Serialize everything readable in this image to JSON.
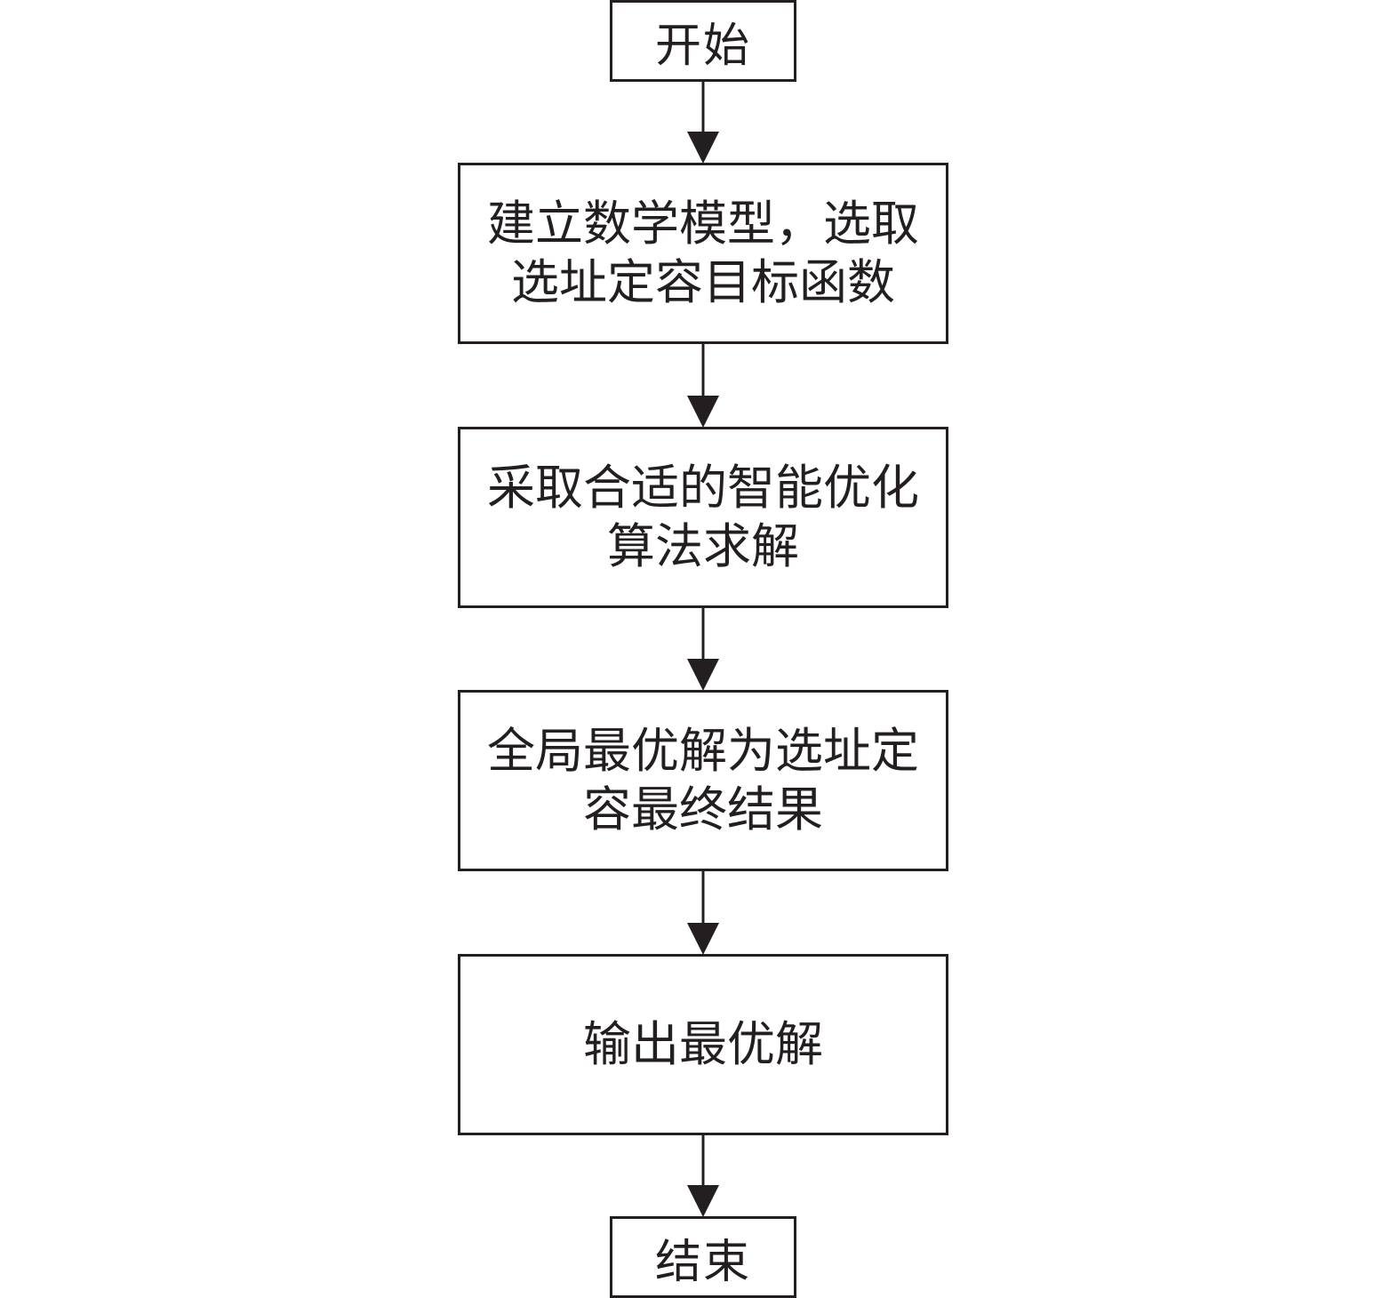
{
  "nodes": {
    "start": {
      "label": "开始"
    },
    "model": {
      "line1": "建立数学模型，选取",
      "line2": "选址定容目标函数"
    },
    "algo": {
      "line1": "采取合适的智能优化",
      "line2": "算法求解"
    },
    "result": {
      "line1": "全局最优解为选址定",
      "line2": "容最终结果"
    },
    "output": {
      "label": "输出最优解"
    },
    "end": {
      "label": "结束"
    }
  },
  "edges": [
    {
      "from": "start",
      "to": "model"
    },
    {
      "from": "model",
      "to": "algo"
    },
    {
      "from": "algo",
      "to": "result"
    },
    {
      "from": "result",
      "to": "output"
    },
    {
      "from": "output",
      "to": "end"
    }
  ]
}
